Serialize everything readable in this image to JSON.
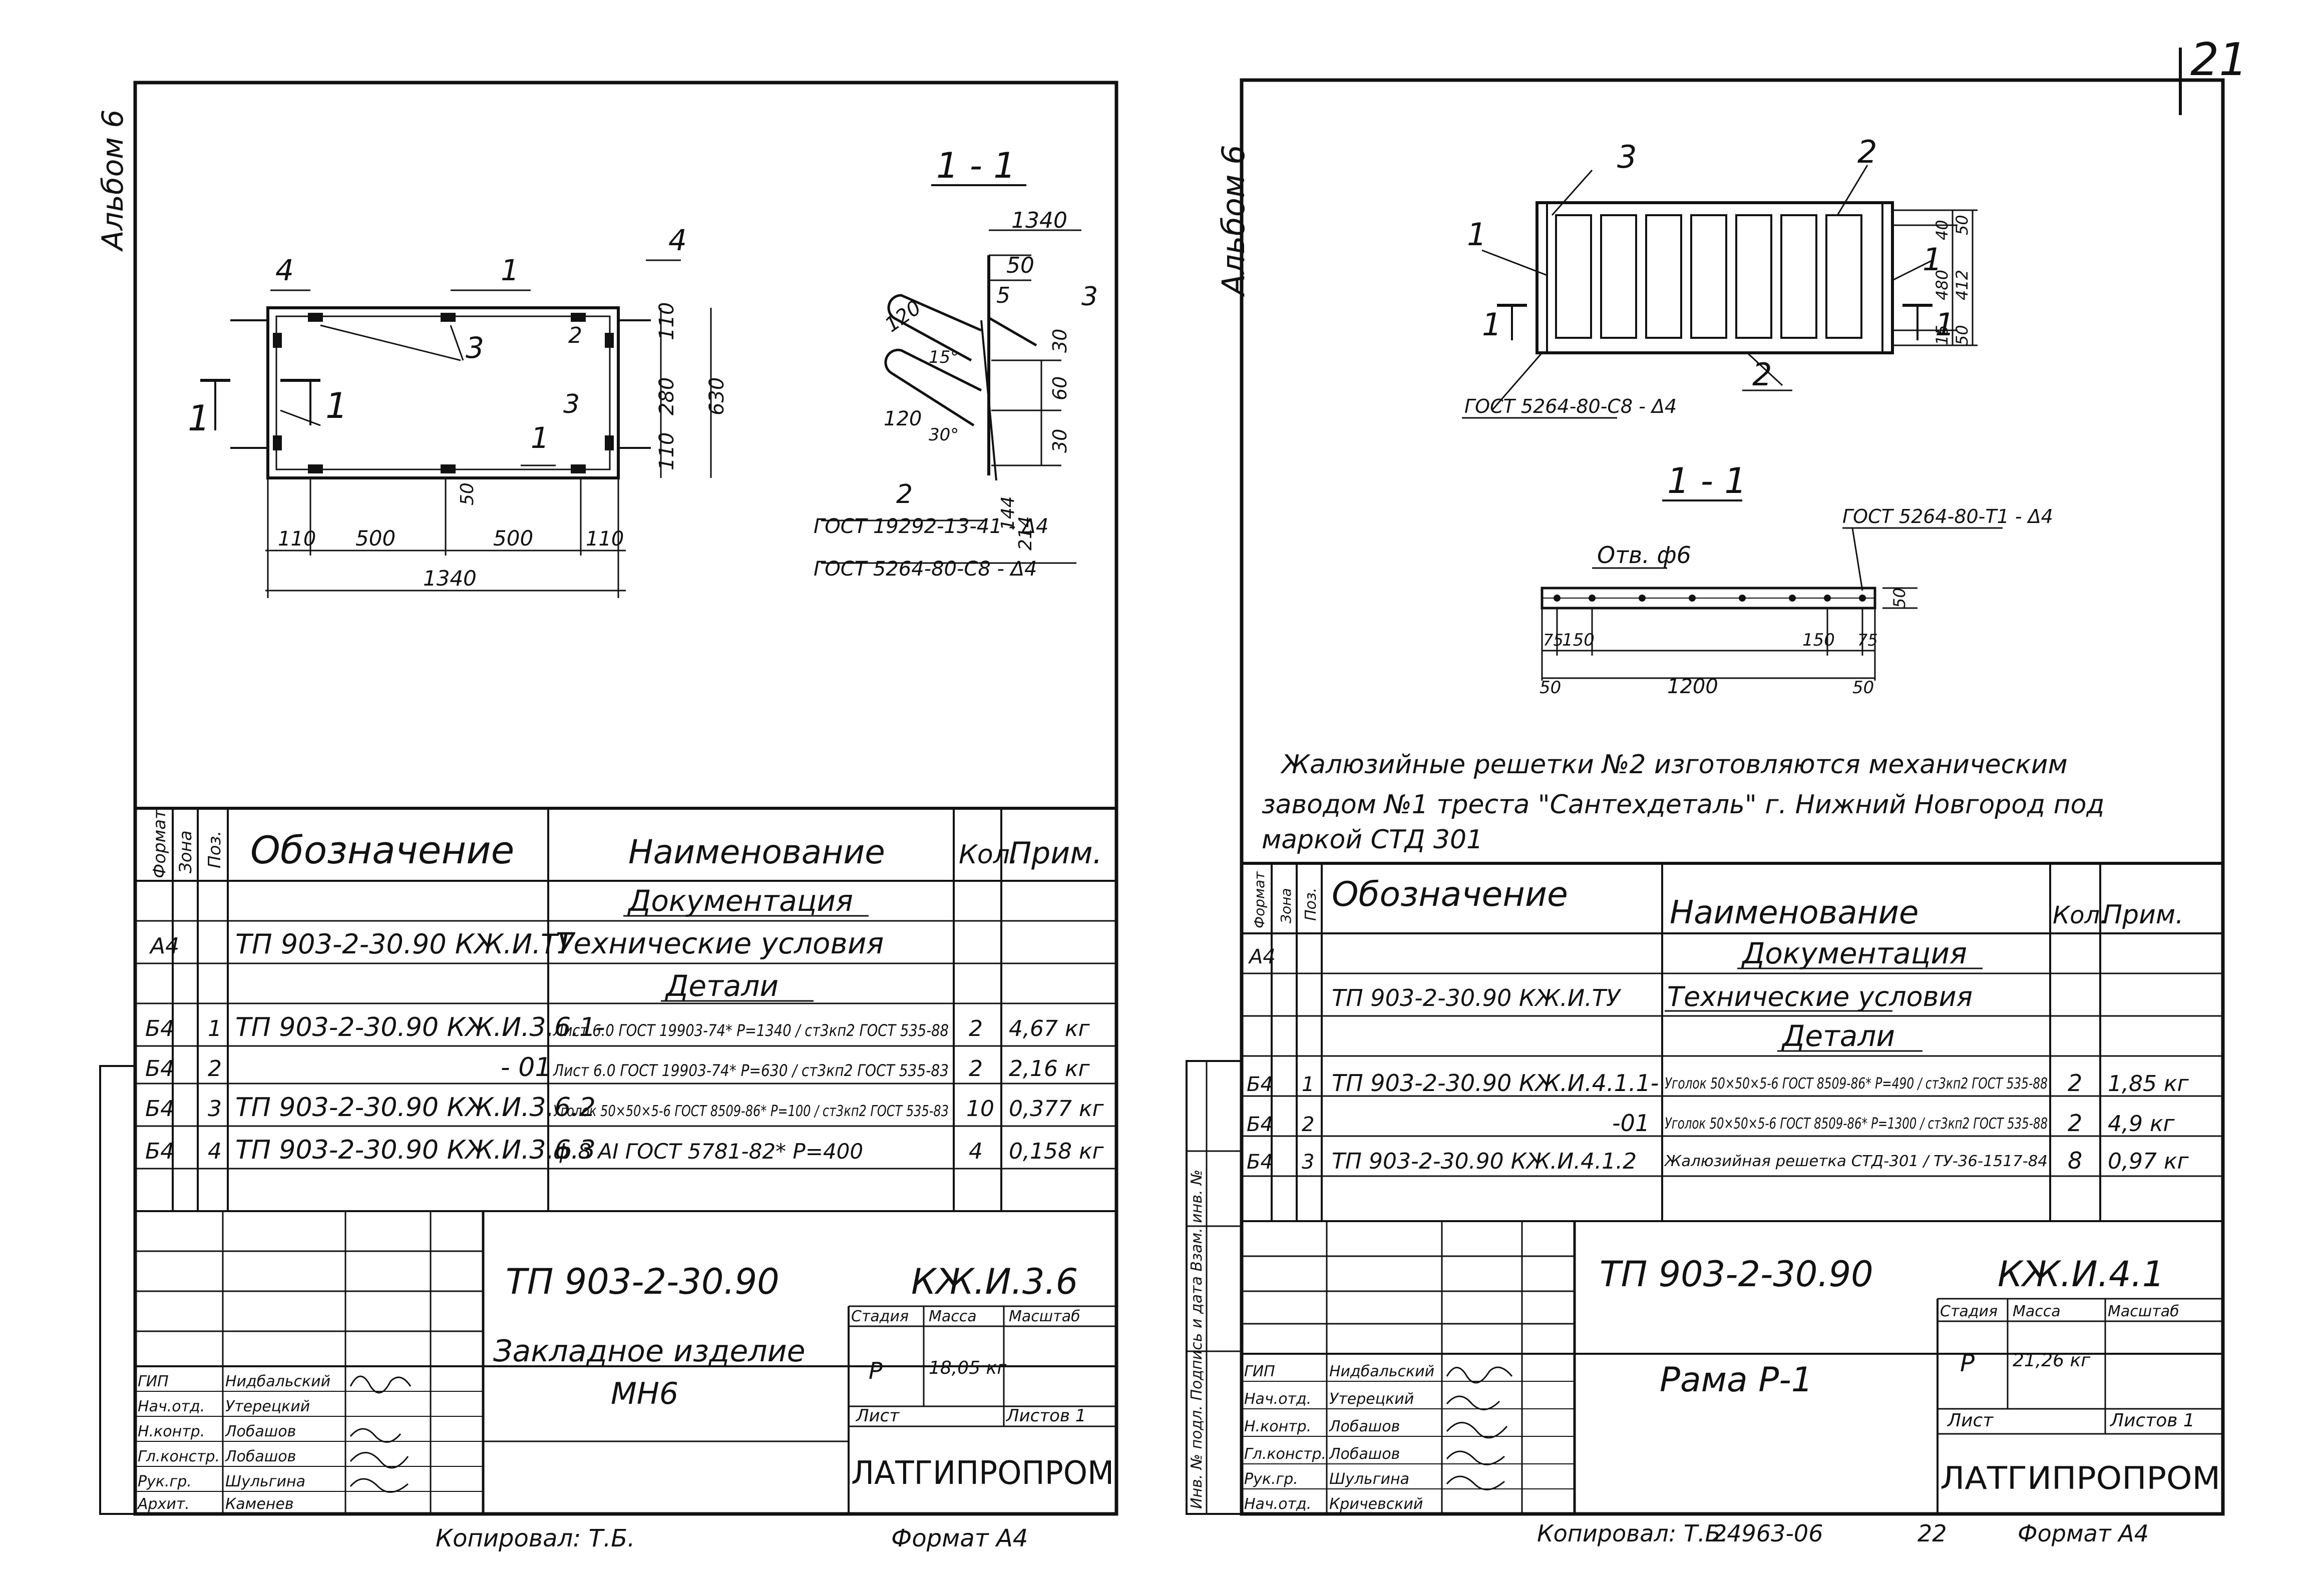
{
  "page_number": "21",
  "left": {
    "album": "Альбом 6",
    "section_title": "1 - 1",
    "section_mark": "1",
    "labels": {
      "pos1": "1",
      "pos2": "2",
      "pos3": "3",
      "pos4": "4",
      "d110": "110",
      "d500": "500",
      "d1340": "1340",
      "d50": "50",
      "d120": "120",
      "d5": "5",
      "d30": "30",
      "d60": "60",
      "d630": "630",
      "d280": "280",
      "d214": "214",
      "d144": "144",
      "a15": "15°",
      "a30": "30°",
      "gost1": "ГОСТ 19292-13-41 - Δ4",
      "gost2": "ГОСТ 5264-80-С8 - Δ4"
    },
    "table": {
      "headers": {
        "format": "Формат",
        "zone": "Зона",
        "pos": "Поз.",
        "designation": "Обозначение",
        "name": "Наименование",
        "qty": "Кол.",
        "note": "Прим."
      },
      "rows": [
        {
          "format": "",
          "pos": "",
          "designation": "",
          "name": "Документация",
          "qty": "",
          "note": ""
        },
        {
          "format": "А4",
          "pos": "",
          "designation": "ТП 903-2-30.90 КЖ.И.ТУ",
          "name": "Технические условия",
          "qty": "",
          "note": ""
        },
        {
          "format": "",
          "pos": "",
          "designation": "",
          "name": "Детали",
          "qty": "",
          "note": ""
        },
        {
          "format": "Б4",
          "pos": "1",
          "designation": "ТП 903-2-30.90 КЖ.И.3.6.1-",
          "name": "Лист 6.0 ГОСТ 19903-74* Р=1340 / ст3кп2 ГОСТ 535-88",
          "qty": "2",
          "note": "4,67 кг"
        },
        {
          "format": "Б4",
          "pos": "2",
          "designation": "- 01",
          "name": "Лист 6.0 ГОСТ 19903-74* Р=630 / ст3кп2 ГОСТ 535-83",
          "qty": "2",
          "note": "2,16 кг"
        },
        {
          "format": "Б4",
          "pos": "3",
          "designation": "ТП 903-2-30.90 КЖ.И.3.6.2",
          "name": "Уголок 50×50×5-6 ГОСТ 8509-86* Р=100 / ст3кп2 ГОСТ 535-83",
          "qty": "10",
          "note": "0,377 кг"
        },
        {
          "format": "Б4",
          "pos": "4",
          "designation": "ТП 903-2-30.90 КЖ.И.3.6.3",
          "name": "ф 8 АI ГОСТ 5781-82* Р=400",
          "qty": "4",
          "note": "0,158 кг"
        }
      ]
    },
    "stamp": {
      "code": "ТП 903-2-30.90",
      "sheet_code": "КЖ.И.3.6",
      "title_line1": "Закладное изделие",
      "title_line2": "МН6",
      "stage_label": "Стадия",
      "mass_label": "Масса",
      "scale_label": "Масштаб",
      "stage": "Р",
      "mass": "18,05 кг",
      "sheet_label": "Лист",
      "sheets_label": "Листов 1",
      "org": "ЛАТГИПРОПРОМ",
      "roles": [
        "ГИП",
        "Нач.отд.",
        "Н.контр.",
        "Гл.констр.",
        "Рук.гр.",
        "Архит."
      ],
      "names": [
        "Нидбальский",
        "Утерецкий",
        "Лобашов",
        "Лобашов",
        "Шульгина",
        "Каменев"
      ]
    },
    "copied": "Копировал: Т.Б.",
    "format": "Формат А4"
  },
  "right": {
    "album": "Альбом 6",
    "section_title": "1 - 1",
    "section_mark": "1",
    "labels": {
      "pos1": "1",
      "pos2": "2",
      "pos3": "3",
      "d40": "40",
      "d480": "480",
      "d412": "412",
      "d15": "15",
      "d50": "50",
      "d150": "150",
      "d75": "75",
      "d1200": "1200",
      "otv": "Отв. ф6",
      "gost_top": "ГОСТ 5264-80-С8 - Δ4",
      "gost_sec": "ГОСТ 5264-80-Т1 - Δ4"
    },
    "note_lines": [
      "Жалюзийные решетки №2 изготовляются механическим",
      "заводом №1 треста \"Сантехдеталь\" г. Нижний Новгород под",
      "маркой СТД 301"
    ],
    "table": {
      "headers": {
        "format": "Формат",
        "zone": "Зона",
        "pos": "Поз.",
        "designation": "Обозначение",
        "name": "Наименование",
        "qty": "Кол.",
        "note": "Прим."
      },
      "rows": [
        {
          "format": "",
          "pos": "",
          "designation": "",
          "name": "Документация",
          "qty": "",
          "note": ""
        },
        {
          "format": "А4",
          "pos": "",
          "designation": "ТП 903-2-30.90 КЖ.И.ТУ",
          "name": "Технические условия",
          "qty": "",
          "note": ""
        },
        {
          "format": "",
          "pos": "",
          "designation": "",
          "name": "Детали",
          "qty": "",
          "note": ""
        },
        {
          "format": "Б4",
          "pos": "1",
          "designation": "ТП 903-2-30.90 КЖ.И.4.1.1-",
          "name": "Уголок 50×50×5-6 ГОСТ 8509-86* Р=490 / ст3кп2 ГОСТ 535-88",
          "qty": "2",
          "note": "1,85 кг"
        },
        {
          "format": "Б4",
          "pos": "2",
          "designation": "-01",
          "name": "Уголок 50×50×5-6 ГОСТ 8509-86* Р=1300 / ст3кп2 ГОСТ 535-88",
          "qty": "2",
          "note": "4,9 кг"
        },
        {
          "format": "Б4",
          "pos": "3",
          "designation": "ТП 903-2-30.90 КЖ.И.4.1.2",
          "name": "Жалюзийная решетка СТД-301 / ТУ-36-1517-84",
          "qty": "8",
          "note": "0,97 кг"
        }
      ]
    },
    "stamp": {
      "code": "ТП 903-2-30.90",
      "sheet_code": "КЖ.И.4.1",
      "title": "Рама Р-1",
      "stage_label": "Стадия",
      "mass_label": "Масса",
      "scale_label": "Масштаб",
      "stage": "Р",
      "mass": "21,26 кг",
      "sheet_label": "Лист",
      "sheets_label": "Листов 1",
      "org": "ЛАТГИПРОПРОМ",
      "roles": [
        "ГИП",
        "Нач.отд.",
        "Н.контр.",
        "Гл.констр.",
        "Рук.гр.",
        "Нач.отд."
      ],
      "names": [
        "Нидбальский",
        "Утерецкий",
        "Лобашов",
        "Лобашов",
        "Шульгина",
        "Кричевский"
      ]
    },
    "side_stamp": "Инв. № подл. Подпись и дата Взам. инв. №",
    "copied": "Копировал: Т.Б.",
    "order_no": "24963-06",
    "sheet_no": "22",
    "format": "Формат А4"
  }
}
